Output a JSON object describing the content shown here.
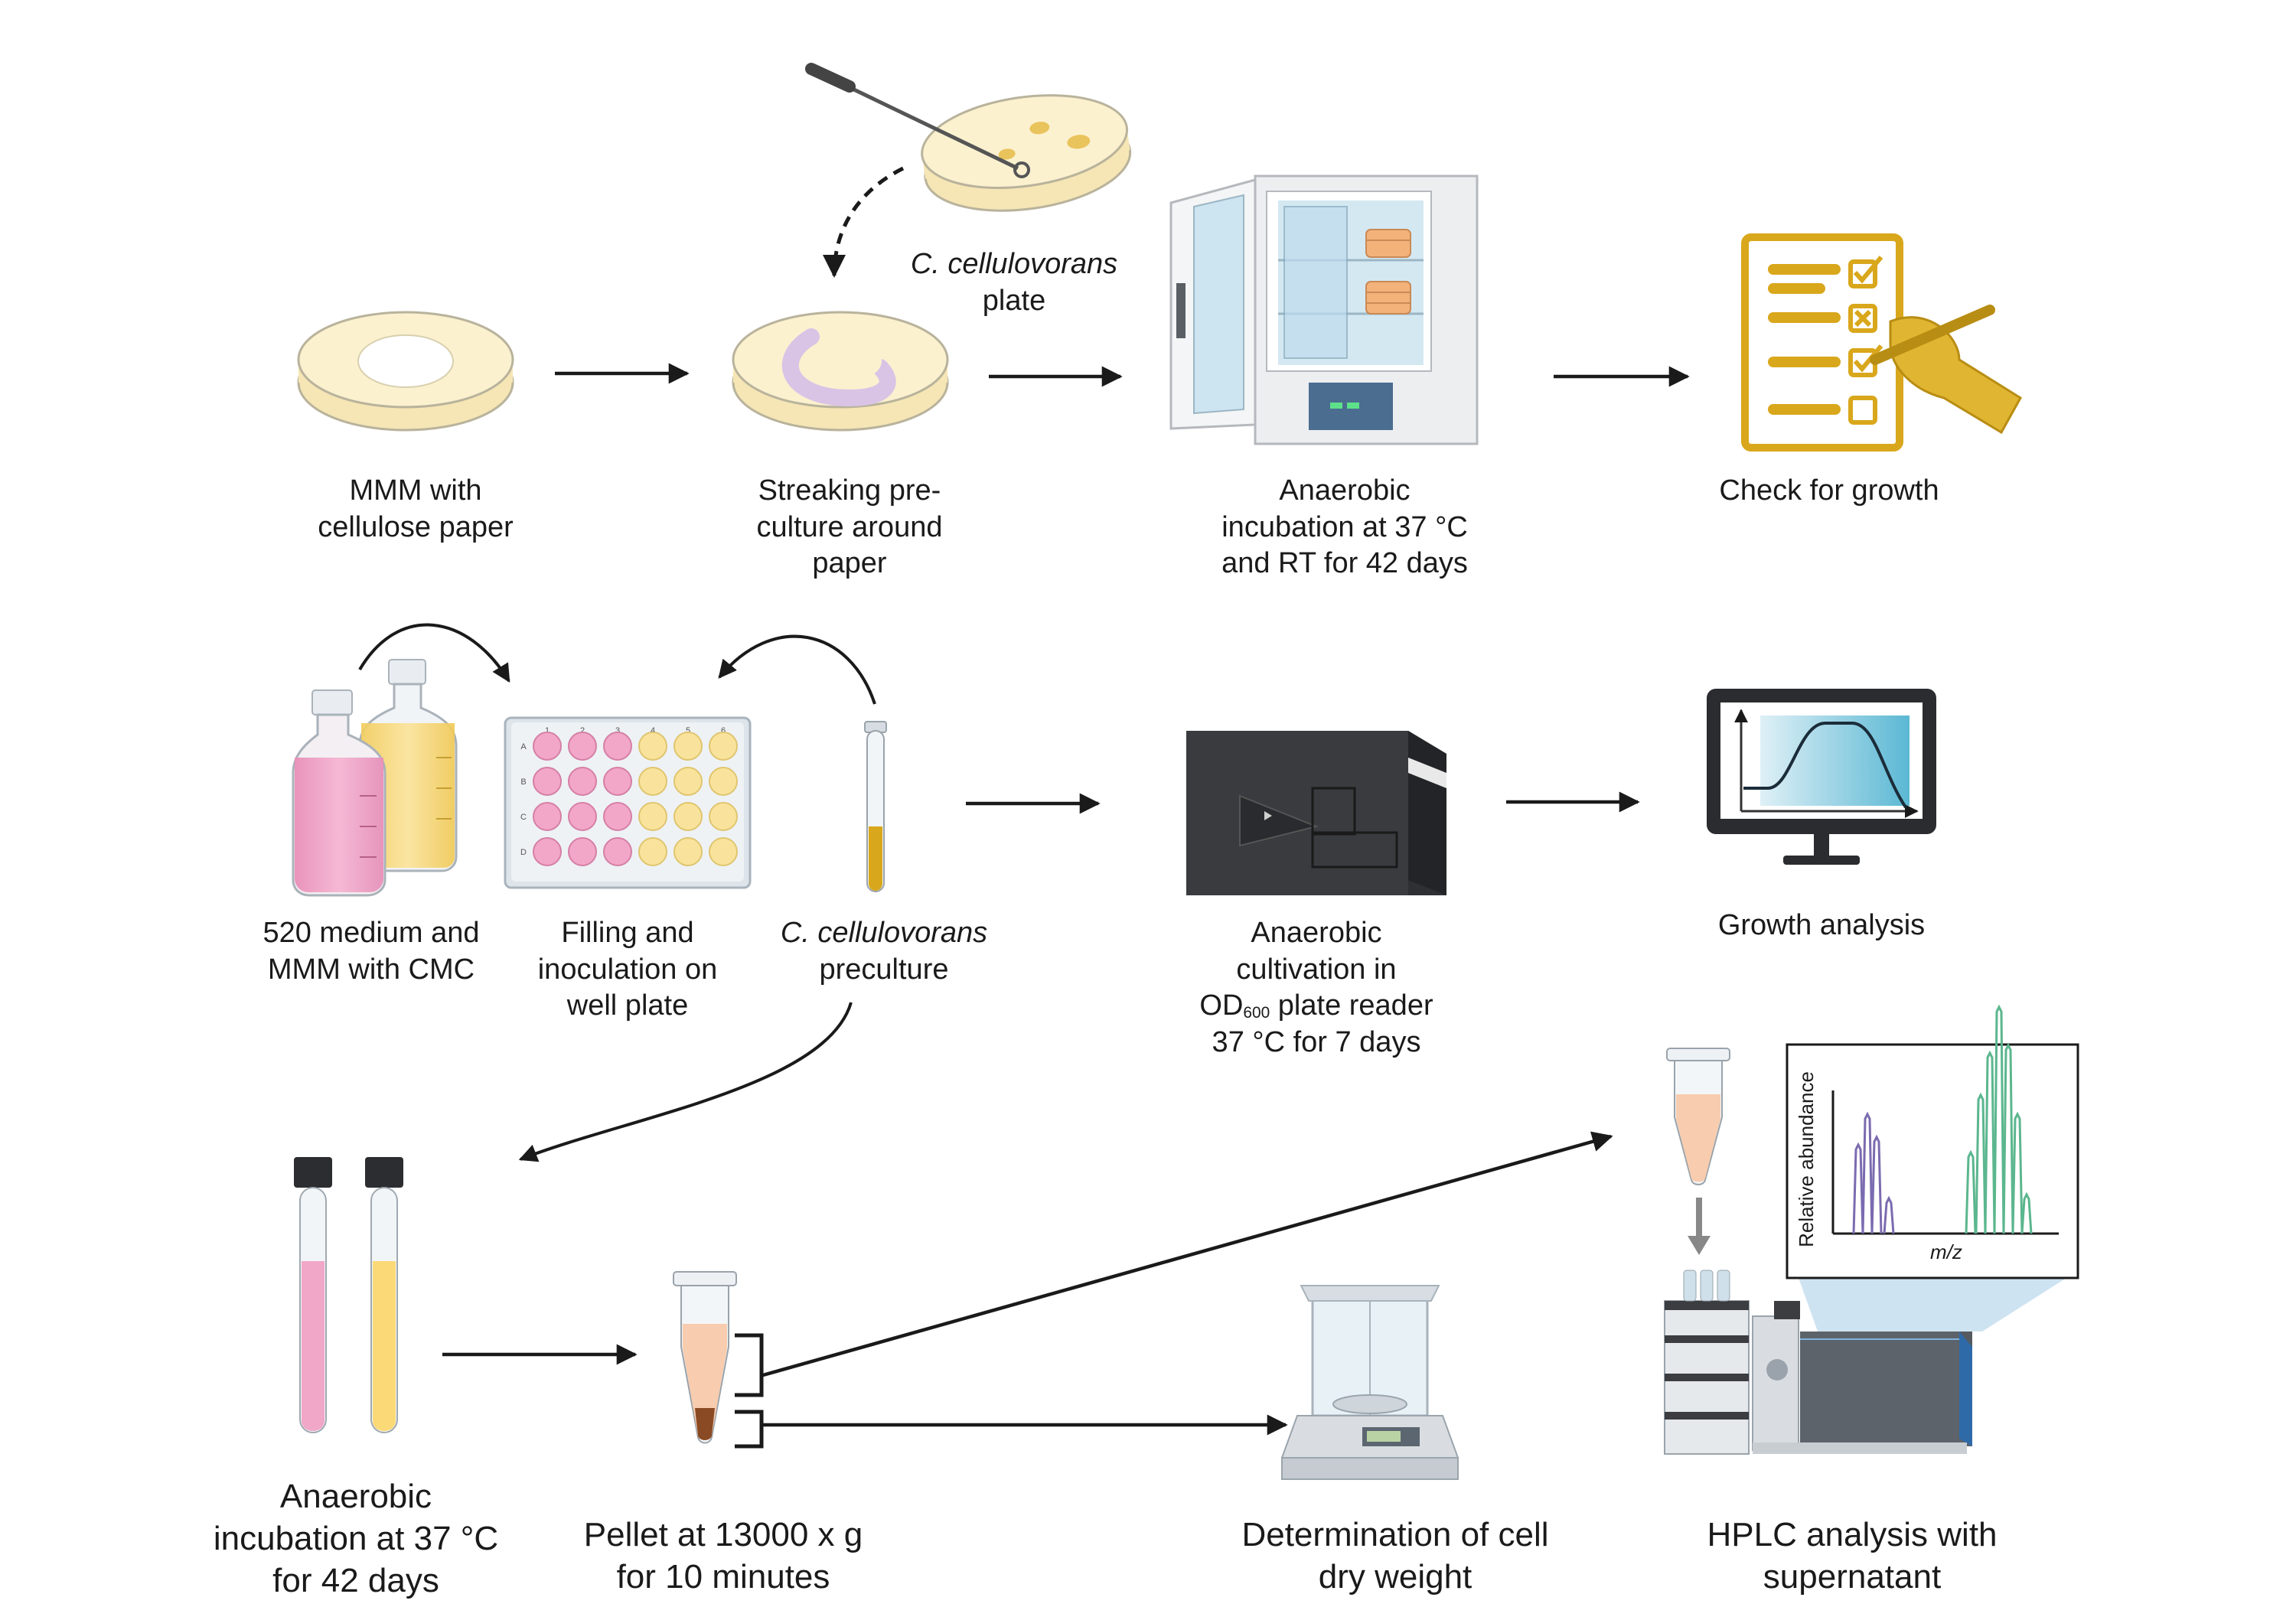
{
  "labels": {
    "mmm": [
      "MMM with",
      "cellulose paper"
    ],
    "streaking": [
      "Streaking pre-",
      "culture around",
      "paper"
    ],
    "plate_italic": "C. cellulovorans",
    "plate_rest": "plate",
    "incubation1": [
      "Anaerobic",
      "incubation at 37 °C",
      "and RT for 42 days"
    ],
    "check": "Check for growth",
    "medium": [
      "520 medium and",
      "MMM with CMC"
    ],
    "filling": [
      "Filling and",
      "inoculation on",
      "well plate"
    ],
    "preculture_italic": "C. cellulovorans",
    "preculture_rest": "preculture",
    "cultivation_top": [
      "Anaerobic",
      "cultivation in"
    ],
    "od_prefix": "OD",
    "od_sub": "600",
    "od_suffix": " plate reader",
    "cultivation_bottom": "37 °C for 7 days",
    "growth": "Growth analysis",
    "incubation2": [
      "Anaerobic",
      "incubation at 37 °C",
      "for 42 days"
    ],
    "pellet": [
      "Pellet  at 13000 x g",
      "for 10 minutes"
    ],
    "dry_weight": [
      "Determination of cell",
      "dry weight"
    ],
    "hplc": [
      "HPLC analysis with",
      "supernatant"
    ],
    "spectrum_ylabel": "Relative abundance",
    "spectrum_xlabel": "m/z",
    "well_cols": [
      "1",
      "2",
      "3",
      "4",
      "5",
      "6"
    ],
    "well_rows": [
      "A",
      "B",
      "C",
      "D"
    ]
  },
  "colors": {
    "pink": "#f2a7c8",
    "yellow": "#f9e39c",
    "agar": "#fbf1cf",
    "gold": "#d9a71b",
    "arrow": "#1a1a1a"
  }
}
